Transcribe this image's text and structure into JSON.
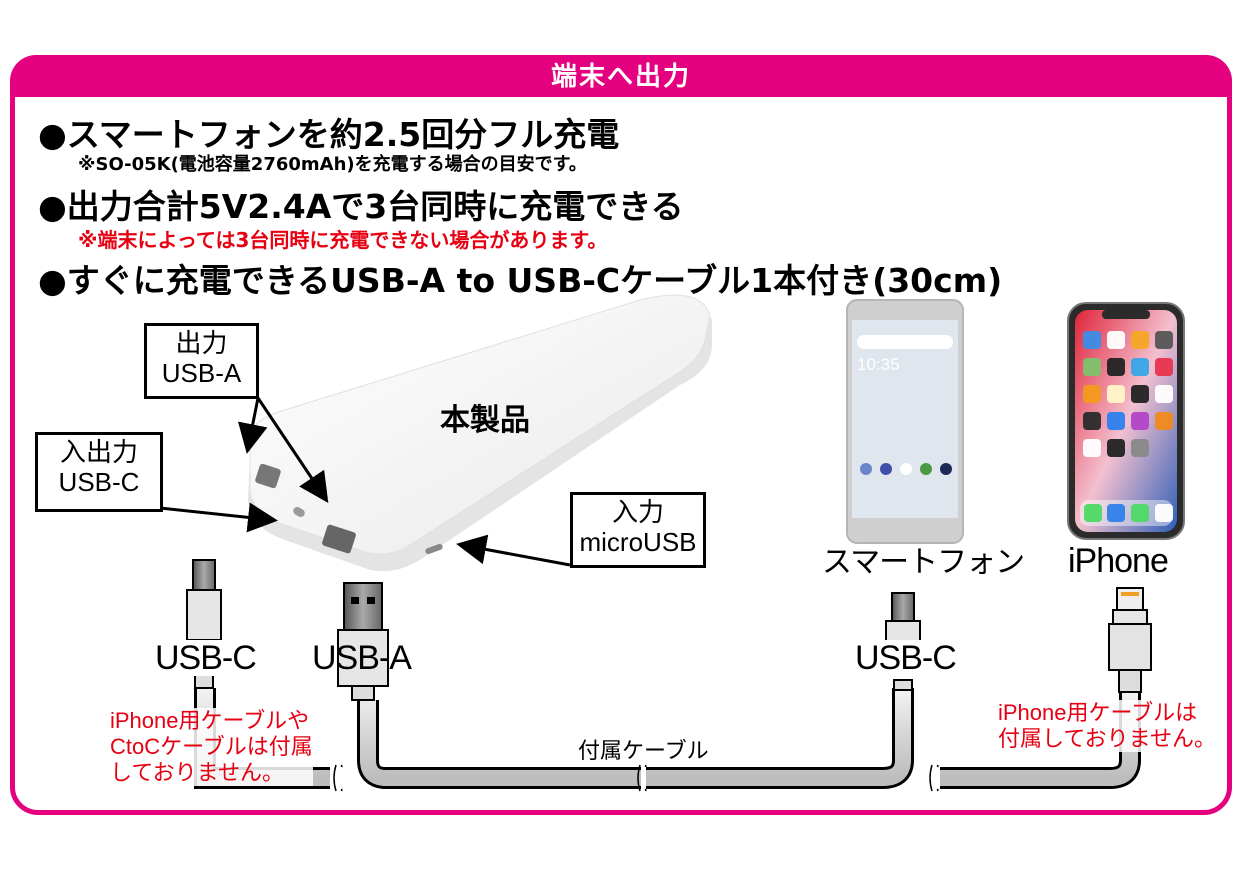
{
  "header": {
    "title": "端末へ出力"
  },
  "bullets": [
    {
      "text": "●スマートフォンを約2.5回分フル充電",
      "note": "※SO-05K(電池容量2760mAh)を充電する場合の目安です。",
      "note_color": "#000000"
    },
    {
      "text": "●出力合計5V2.4Aで3台同時に充電できる",
      "note": "※端末によっては3台同時に充電できない場合があります。",
      "note_color": "#e60012"
    },
    {
      "text": "●すぐに充電できるUSB-A to USB-Cケーブル1本付き(30cm)"
    }
  ],
  "product": {
    "label": "本製品",
    "callouts": {
      "output_usb_a": {
        "line1": "出力",
        "line2": "USB-A"
      },
      "io_usb_c": {
        "line1": "入出力",
        "line2": "USB-C"
      },
      "input_micro": {
        "line1": "入力",
        "line2": "microUSB"
      }
    }
  },
  "devices": {
    "smartphone": {
      "label": "スマートフォン",
      "clock": "10:35"
    },
    "iphone": {
      "label": "iPhone"
    }
  },
  "cables": {
    "left_usb_c": "USB-C",
    "usb_a": "USB-A",
    "right_usb_c": "USB-C",
    "included_label": "付属ケーブル",
    "left_note": [
      "iPhone用ケーブルや",
      "CtoCケーブルは付属",
      "しておりません。"
    ],
    "right_note": [
      "iPhone用ケーブルは",
      "付属しておりません。"
    ]
  },
  "colors": {
    "accent": "#e5007f",
    "warning": "#e60012"
  }
}
